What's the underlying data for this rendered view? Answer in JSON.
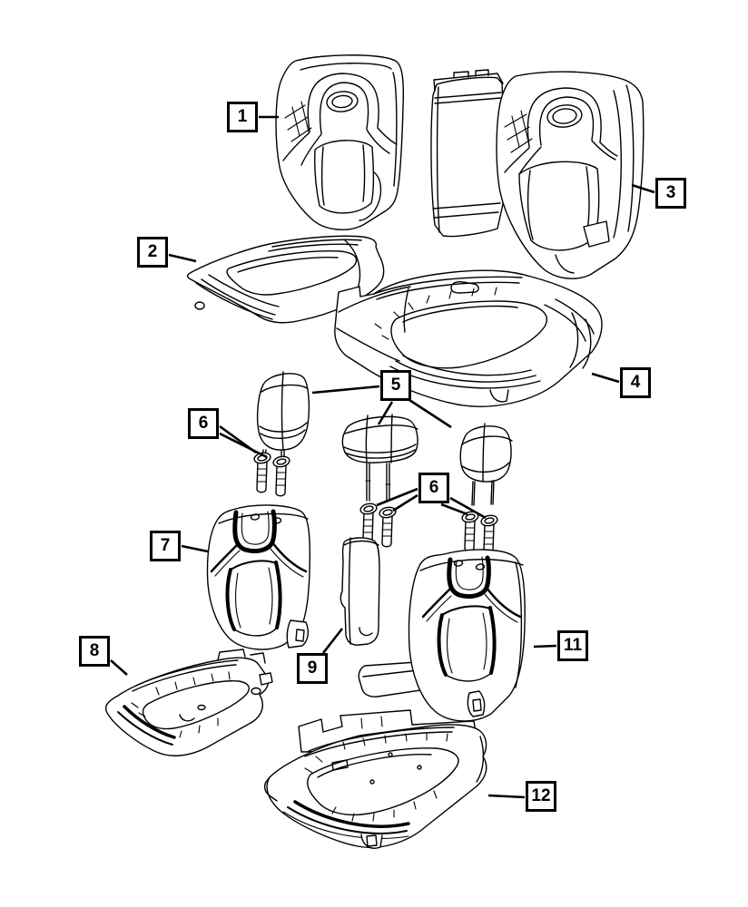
{
  "figure": {
    "kind": "exploded-parts-diagram",
    "subject": "vehicle seat covers, cushions, headrests and armrest",
    "background_color": "#ffffff",
    "line_color": "#000000"
  },
  "callouts": [
    {
      "label": "1",
      "target": "front-seat-back-cover"
    },
    {
      "label": "2",
      "target": "front-seat-cushion-cover"
    },
    {
      "label": "3",
      "target": "rear-seat-back-assembly"
    },
    {
      "label": "4",
      "target": "rear-seat-cushion"
    },
    {
      "label": "5",
      "target": "headrests"
    },
    {
      "label": "6",
      "target": "headrest-guide-sleeves-left"
    },
    {
      "label": "6",
      "target": "headrest-guide-sleeves-right"
    },
    {
      "label": "7",
      "target": "rear-seat-back-cover-left"
    },
    {
      "label": "8",
      "target": "rear-seat-cushion-cover-left"
    },
    {
      "label": "9",
      "target": "armrest-cover"
    },
    {
      "label": "11",
      "target": "rear-seat-back-cover-right"
    },
    {
      "label": "12",
      "target": "rear-seat-cushion-cover-right"
    }
  ]
}
